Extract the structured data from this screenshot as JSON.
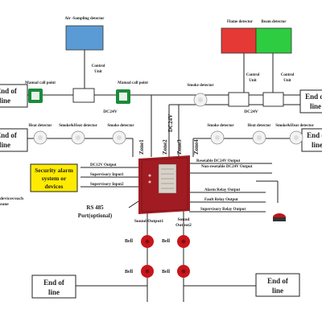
{
  "detectors": {
    "air_sampling": "Air -Sampling detector",
    "flame": "Flame detector",
    "beam": "Beam detector",
    "manual_call_point_1": "Manual call point",
    "manual_call_point_2": "Manual call point",
    "smoke_1": "Smoke detector",
    "heat": "Heat detector",
    "smoke_heat_1": "Smoke&Heat detector",
    "smoke_2": "Smoke detector",
    "smoke_3": "Smoke detector",
    "heat_2": "Heat detector",
    "smoke_heat_2": "Smoke&Heat detector"
  },
  "control_units": {
    "left": [
      "Control",
      "Unit"
    ],
    "mid": [
      "Control",
      "Unit"
    ],
    "right": [
      "Control",
      "Unit"
    ]
  },
  "dc24v": [
    "DC24V",
    "DC24V"
  ],
  "zones": [
    "Zone1",
    "Zone2",
    "Zone3",
    "Zone4"
  ],
  "zone_trunk_label": "DC24V",
  "left_io": [
    "DC12V Output",
    "Supervisory Input1",
    "Supervisory Input2"
  ],
  "right_io": [
    "Resetable DC24V Output",
    "Non-resetable DC24V Output",
    "Alarm Relay Output",
    "Fault Relay Output",
    "Supervisory Relay Output"
  ],
  "security_box": [
    "Security alarm",
    "system or",
    "devices"
  ],
  "rs485": [
    "RS 485",
    "Port(optional)"
  ],
  "left_fragment": [
    "devices/each",
    "zone"
  ],
  "sound_outputs": [
    [
      "Sound Output1"
    ],
    [
      "Sound",
      "Output2"
    ]
  ],
  "bell_label": "Bell",
  "end_of_line": [
    "End of",
    "line"
  ],
  "colors": {
    "air_sampling_box": "#5b9bd5",
    "flame_box": "#e53935",
    "beam_box": "#2ecc40",
    "security_box": "#ffeb00",
    "panel": "#a01c22"
  }
}
